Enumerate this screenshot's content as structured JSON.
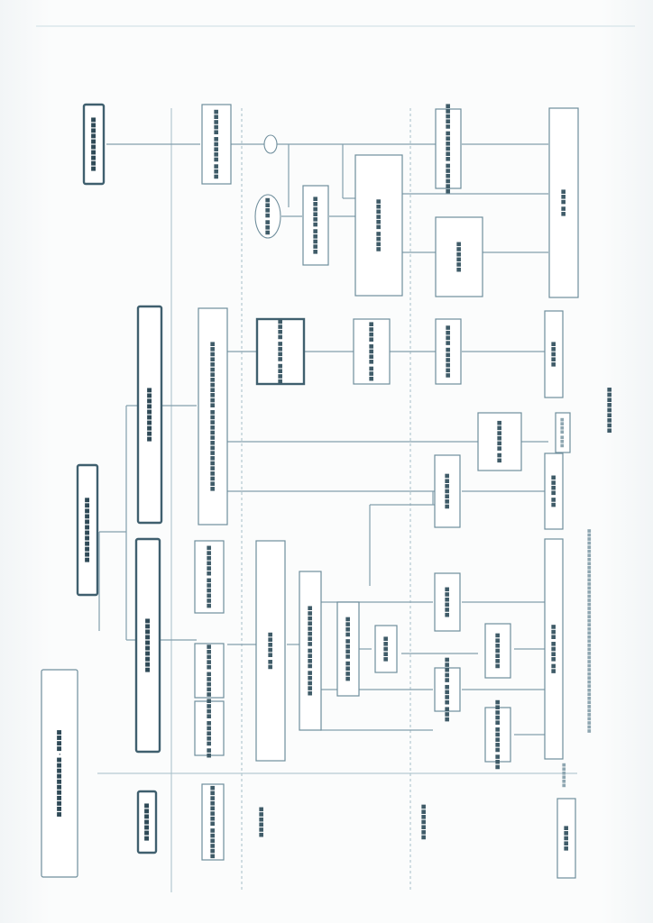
{
  "page": {
    "number": ""
  },
  "title": {
    "text": "■■■■・■■■■■■■■■■■"
  },
  "footnote": {
    "text": "■■■■■■■■■■■■■■■■■■■■■■■■■■■■■■■■■■■■■■■■■■■■■■■■■■"
  },
  "caption": {
    "text": "■■■■■■■■■"
  },
  "nodes": [
    {
      "id": "left-label-top",
      "text": "■■■■■■■",
      "shape": "thick"
    },
    {
      "id": "left-label-2",
      "text": "■■■■■■■■ ■■■■■■",
      "shape": "box"
    },
    {
      "id": "left-label-3",
      "text": "■■■■■■",
      "shape": "none"
    },
    {
      "id": "left-label-4",
      "text": "■■■■■■■",
      "shape": "none"
    },
    {
      "id": "left-label-bottom",
      "text": "■■■■■",
      "shape": "box"
    },
    {
      "id": "top-root",
      "text": "■■■■■■■■■■■■",
      "shape": "thick"
    },
    {
      "id": "org-a",
      "text": "■■■■■■■■■■",
      "shape": "thick"
    },
    {
      "id": "org-b",
      "text": "■■■■■■■■■■",
      "shape": "thick"
    },
    {
      "id": "org-c",
      "text": "■■■■■■■■■",
      "shape": "thick"
    },
    {
      "id": "tier1-a",
      "text": "■■■■ ■■■■■ ■■",
      "shape": "box"
    },
    {
      "id": "tier1-b",
      "text": "■■■■■ ■■■■■",
      "shape": "box"
    },
    {
      "id": "tier1-c",
      "text": "■■■■■■ ■■■■■■",
      "shape": "box"
    },
    {
      "id": "tier1-d",
      "text": "■■■■■■■■■■■■■ ■■■■■■■■■■■■■■■■",
      "shape": "box"
    },
    {
      "id": "tier1-e",
      "text": "■■■■■ ■■■■■■ ■■■■■■",
      "shape": "box"
    },
    {
      "id": "hub-a",
      "text": "■■■■■ ■■",
      "shape": "box"
    },
    {
      "id": "hub-b",
      "text": "■■■■■■■■ ■■■■ ■■■■■",
      "shape": "box"
    },
    {
      "id": "mid-a",
      "text": "■■■■ ■■■■ ■■■■",
      "shape": "box"
    },
    {
      "id": "mid-b",
      "text": "■■■■■",
      "shape": "box"
    },
    {
      "id": "mid-c",
      "text": "■■■■ ■■■■ ■■■■",
      "shape": "thick-soft"
    },
    {
      "id": "mid-d",
      "text": "■■■■ ■■■■ ■■■",
      "shape": "box"
    },
    {
      "id": "mid-e",
      "text": "■■■■■■ ■■■■■",
      "shape": "box"
    },
    {
      "id": "oval-a",
      "text": "■■■■ ■■■",
      "shape": "oval"
    },
    {
      "id": "oval-b",
      "text": "",
      "shape": "oval"
    },
    {
      "id": "mid-f",
      "text": "■■■■■■ ■■■■",
      "shape": "box"
    },
    {
      "id": "low-a",
      "text": "■■■■■■■",
      "shape": "box"
    },
    {
      "id": "low-b",
      "text": "■■■■■■ ■■",
      "shape": "box"
    },
    {
      "id": "low-c",
      "text": "■■■■■■",
      "shape": "box"
    },
    {
      "id": "low-d",
      "text": "■■■■■■■",
      "shape": "box"
    },
    {
      "id": "low-e",
      "text": "■■■■■ ■■■■ ■■■",
      "shape": "box"
    },
    {
      "id": "low-f",
      "text": "■■■■■ ■■■■■ ■■■",
      "shape": "box"
    },
    {
      "id": "low-g",
      "text": "■■■■ ■■■■■■",
      "shape": "box"
    },
    {
      "id": "low-h",
      "text": "■■■■■■",
      "shape": "box"
    },
    {
      "id": "bottom-a",
      "text": "■■■ ■■■■ ■■",
      "shape": "box"
    },
    {
      "id": "bottom-b",
      "text": "■■■■ ■■",
      "shape": "box"
    },
    {
      "id": "bottom-c",
      "text": "■■■■ ■■■",
      "shape": "box"
    },
    {
      "id": "bottom-d",
      "text": "■■■■■",
      "shape": "box"
    },
    {
      "id": "bottom-e",
      "text": "■■■ ■■",
      "shape": "box"
    },
    {
      "id": "bottom-f",
      "text": "■■■■■■",
      "shape": "box"
    },
    {
      "id": "top-right",
      "text": "■■■■■■■■■■",
      "shape": "thick"
    },
    {
      "id": "right-side",
      "text": "■■■■■ ■■■■■ ■■■",
      "shape": "box"
    }
  ]
}
